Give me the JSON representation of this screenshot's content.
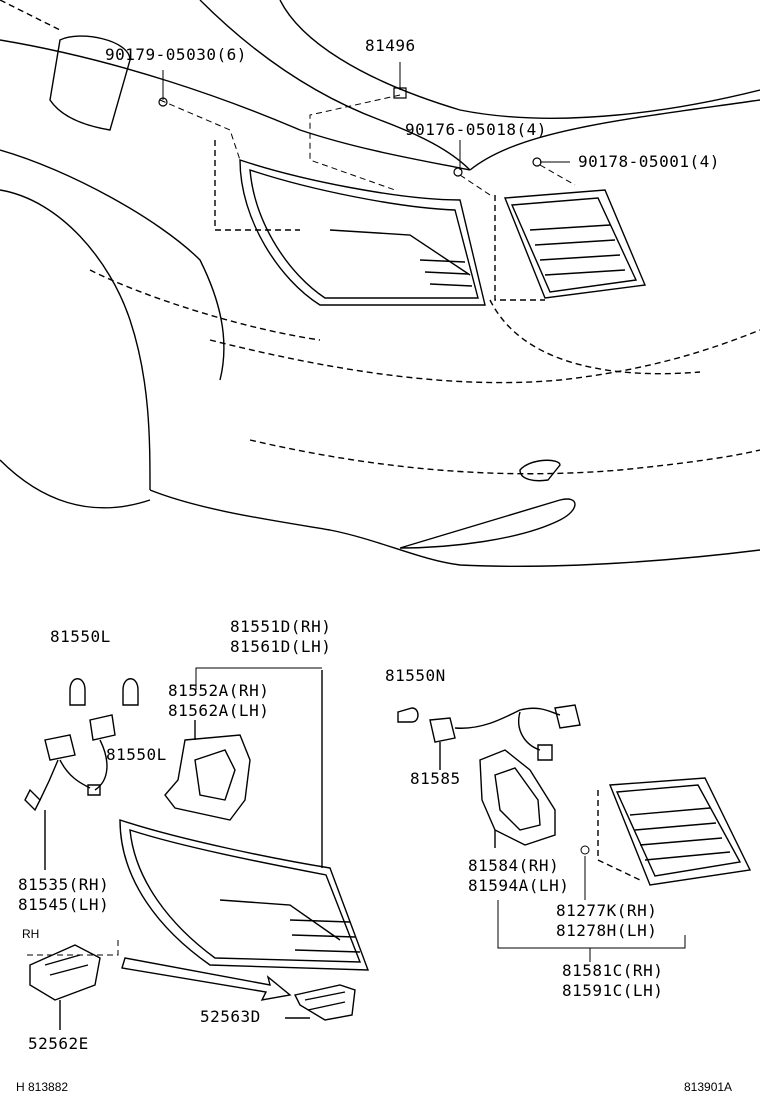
{
  "callouts": {
    "p90179": "90179-05030(6)",
    "p81496": "81496",
    "p90176": "90176-05018(4)",
    "p90178": "90178-05001(4)",
    "p81550L_a": "81550L",
    "p81550L_b": "81550L",
    "p81551D": "81551D(RH)",
    "p81561D": "81561D(LH)",
    "p81552A": "81552A(RH)",
    "p81562A": "81562A(LH)",
    "p81550N": "81550N",
    "p81585": "81585",
    "p81535": "81535(RH)",
    "p81545": "81545(LH)",
    "p81584": "81584(RH)",
    "p81594A": "81594A(LH)",
    "p81277K": "81277K(RH)",
    "p81278H": "81278H(LH)",
    "p81581C": "81581C(RH)",
    "p81591C": "81591C(LH)",
    "rh": "RH",
    "p52562E": "52562E",
    "p52563D": "52563D"
  },
  "footer": {
    "left": "H 813882",
    "right": "813901A"
  }
}
